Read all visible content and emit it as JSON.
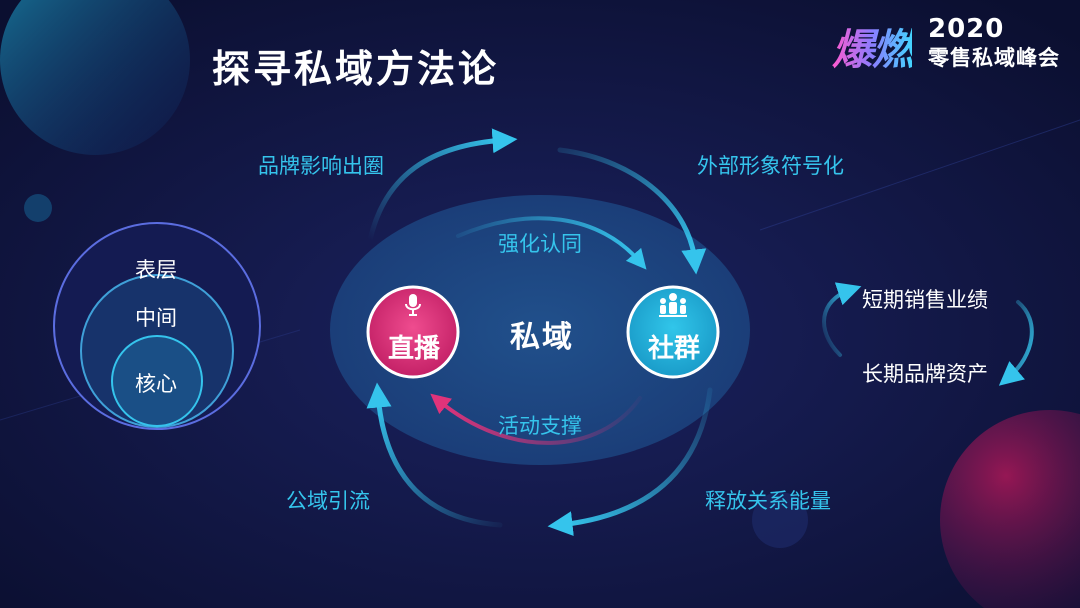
{
  "title": "探寻私域方法论",
  "logo": {
    "mark": "爆燃",
    "year": "2020",
    "event": "零售私域峰会"
  },
  "layers": {
    "outer": "表层",
    "middle": "中间",
    "inner": "核心"
  },
  "cycle": {
    "top_left": "品牌影响出圈",
    "top_right": "外部形象符号化",
    "bottom_left": "公域引流",
    "bottom_right": "释放关系能量",
    "inner_top": "强化认同",
    "inner_bottom": "活动支撑",
    "center": "私域",
    "left_node": "直播",
    "right_node": "社群"
  },
  "outcomes": {
    "short_term": "短期销售业绩",
    "long_term": "长期品牌资产"
  },
  "colors": {
    "background": "#0d1238",
    "accent_cyan": "#35c4ec",
    "accent_pink": "#e0337a",
    "ellipse": "#1d4b86"
  },
  "icons": [
    "microphone-icon",
    "group-icon"
  ]
}
